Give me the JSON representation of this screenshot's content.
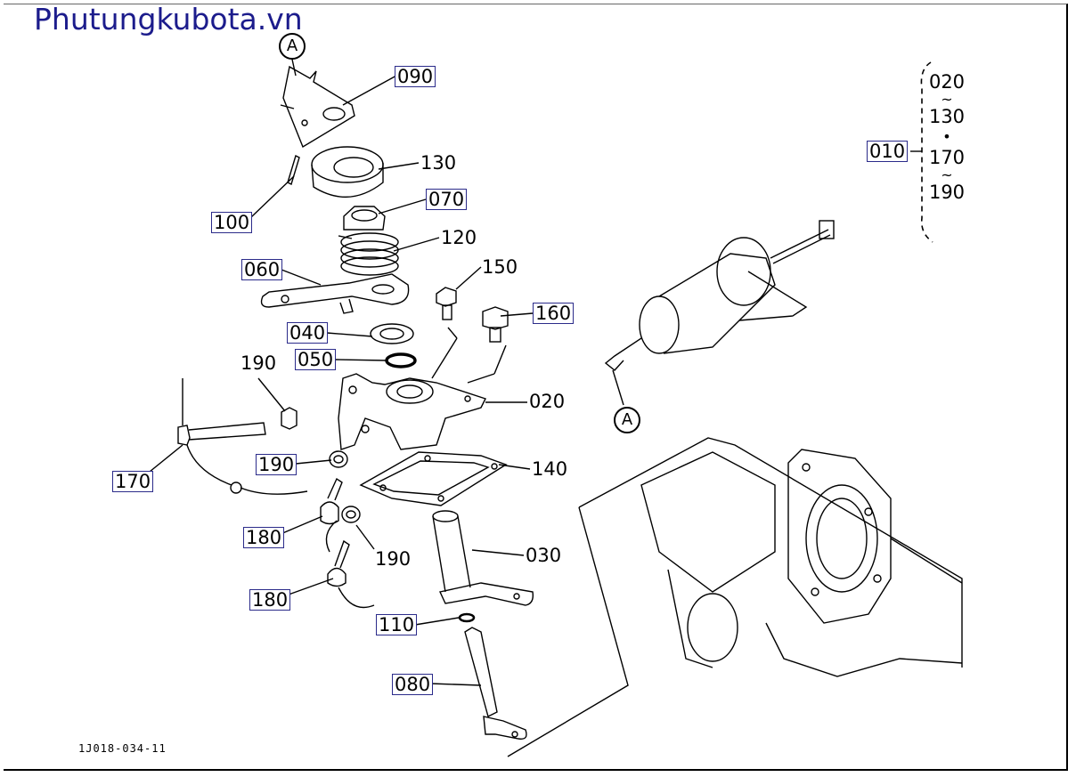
{
  "site_title": "Phutungkubota.vn",
  "drawing_code": "1J018-034-11",
  "ref_marker": "A",
  "assembly": {
    "main_label": "010",
    "range_items": [
      "020",
      "~",
      "130",
      "•",
      "170",
      "~",
      "190"
    ]
  },
  "parts": [
    {
      "id": "p090",
      "label": "090"
    },
    {
      "id": "p130",
      "label": "130"
    },
    {
      "id": "p100",
      "label": "100"
    },
    {
      "id": "p070",
      "label": "070"
    },
    {
      "id": "p120",
      "label": "120"
    },
    {
      "id": "p060",
      "label": "060"
    },
    {
      "id": "p150",
      "label": "150"
    },
    {
      "id": "p160",
      "label": "160"
    },
    {
      "id": "p040",
      "label": "040"
    },
    {
      "id": "p050",
      "label": "050"
    },
    {
      "id": "p190a",
      "label": "190"
    },
    {
      "id": "p020",
      "label": "020"
    },
    {
      "id": "p170",
      "label": "170"
    },
    {
      "id": "p190b",
      "label": "190"
    },
    {
      "id": "p140",
      "label": "140"
    },
    {
      "id": "p180a",
      "label": "180"
    },
    {
      "id": "p190c",
      "label": "190"
    },
    {
      "id": "p030",
      "label": "030"
    },
    {
      "id": "p180b",
      "label": "180"
    },
    {
      "id": "p110",
      "label": "110"
    },
    {
      "id": "p080",
      "label": "080"
    }
  ],
  "colors": {
    "title": "#1c1c8c",
    "label_border": "#2b2b8a",
    "line": "#000000"
  }
}
